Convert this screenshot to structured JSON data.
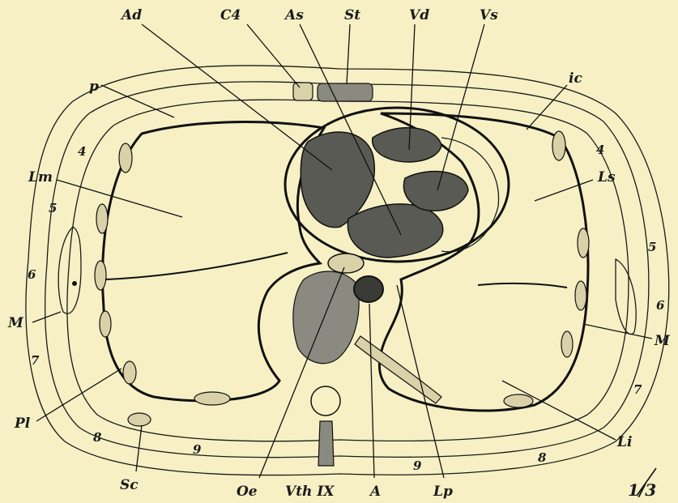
{
  "labels": {
    "Ad": "Ad",
    "C4": "C4",
    "As": "As",
    "St": "St",
    "Vd": "Vd",
    "Vs": "Vs",
    "p": "p",
    "ic": "ic",
    "Lm": "Lm",
    "Ls": "Ls",
    "M_left": "M",
    "M_right": "M",
    "Pl": "Pl",
    "Li": "Li",
    "Sc": "Sc",
    "Oe": "Oe",
    "VthIX": "Vth IX",
    "A": "A",
    "Lp": "Lp",
    "scale": "1/3"
  },
  "rib_numbers": {
    "l4": "4",
    "l5": "5",
    "l6": "6",
    "l7": "7",
    "l8": "8",
    "l9": "9",
    "r4": "4",
    "r5": "5",
    "r6": "6",
    "r7": "7",
    "r8": "8",
    "r9": "9"
  }
}
